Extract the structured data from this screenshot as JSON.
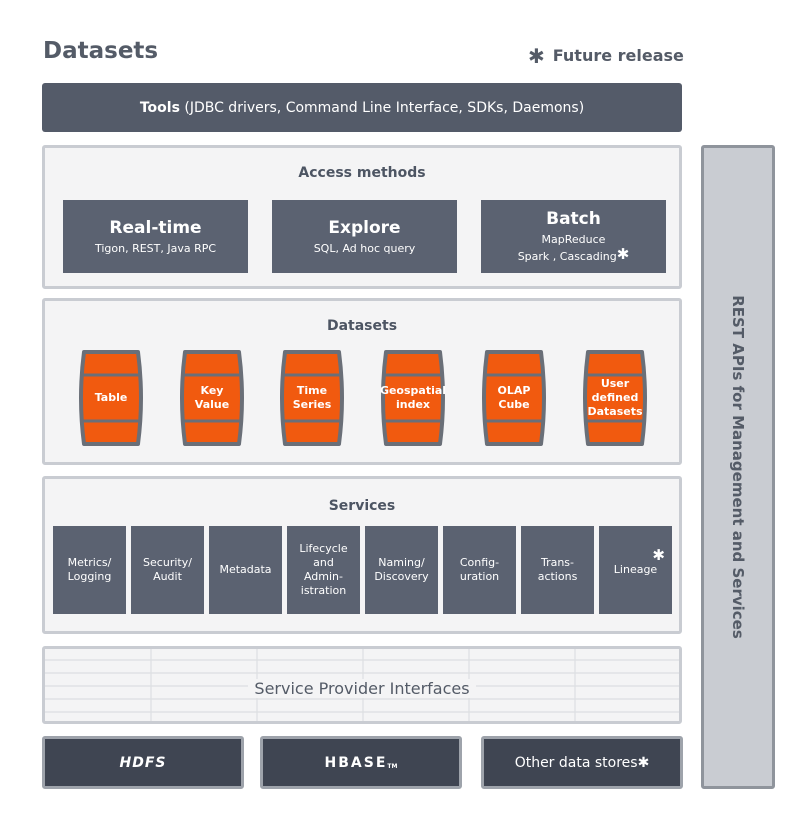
{
  "header": {
    "title": "Datasets",
    "future_star": "✱",
    "future_label": "Future release"
  },
  "tools": {
    "bold": "Tools",
    "rest": " (JDBC drivers, Command Line Interface, SDKs, Daemons)"
  },
  "access": {
    "title": "Access methods",
    "realtime": {
      "heading": "Real-time",
      "sub": "Tigon, REST, Java RPC"
    },
    "explore": {
      "heading": "Explore",
      "sub": "SQL, Ad hoc query"
    },
    "batch": {
      "heading": "Batch",
      "line1": "MapReduce",
      "line2": "Spark , Cascading",
      "star": "✱"
    }
  },
  "datasets": {
    "title": "Datasets",
    "items": [
      {
        "label": "Table"
      },
      {
        "label": "Key\nValue"
      },
      {
        "label": "Time\nSeries"
      },
      {
        "label": "Geospatial\nindex"
      },
      {
        "label": "OLAP\nCube"
      },
      {
        "label": "User\ndefined\nDatasets"
      }
    ],
    "barrel_color": "#f15a0f"
  },
  "services": {
    "title": "Services",
    "items": [
      {
        "label": "Metrics/\nLogging"
      },
      {
        "label": "Security/\nAudit"
      },
      {
        "label": "Metadata"
      },
      {
        "label": "Lifecycle\nand\nAdmin-\nistration"
      },
      {
        "label": "Naming/\nDiscovery"
      },
      {
        "label": "Config-\nuration"
      },
      {
        "label": "Trans-\nactions"
      },
      {
        "label": "Lineage",
        "star": "✱"
      }
    ]
  },
  "spi": {
    "label": "Service Provider Interfaces"
  },
  "stores": {
    "hdfs": "HDFS",
    "hbase": "HBASE",
    "hbase_tm": "TM",
    "other": "Other data stores",
    "other_star": "✱"
  },
  "rest": {
    "label": "REST APIs for Management and Services"
  }
}
